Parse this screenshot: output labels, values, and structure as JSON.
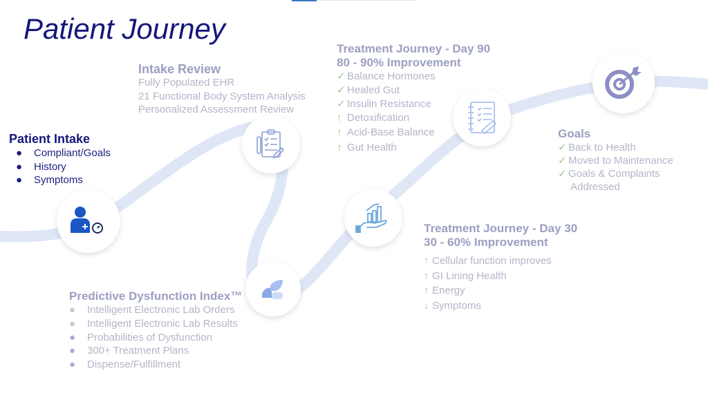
{
  "title": "Patient Journey",
  "patient_intake": {
    "heading": "Patient Intake",
    "items": [
      "Compliant/Goals",
      "History",
      "Symptoms"
    ]
  },
  "intake_review": {
    "heading": "Intake Review",
    "items": [
      "Fully Populated EHR",
      "21 Functional Body System Analysis",
      "Personalized Assessment Review"
    ]
  },
  "predictive": {
    "heading": "Predictive Dysfunction Index™",
    "items": [
      "Intelligent Electronic Lab Orders",
      "Intelligent Electronic Lab Results",
      "Probabilities of Dysfunction",
      "300+ Treatment Plans",
      "Dispense/Fulfillment"
    ]
  },
  "day30": {
    "heading1": "Treatment Journey - Day 30",
    "heading2": "30 - 60% Improvement",
    "items": [
      {
        "mark": "↑",
        "text": "Cellular function improves"
      },
      {
        "mark": "↑",
        "text": "GI Lining Health"
      },
      {
        "mark": "↑",
        "text": "Energy"
      },
      {
        "mark": "↓",
        "text": "Symptoms"
      }
    ]
  },
  "day90": {
    "heading1": "Treatment Journey - Day 90",
    "heading2": "80 - 90% Improvement",
    "items": [
      {
        "mark": "✓",
        "text": "Balance Hormones"
      },
      {
        "mark": "✓",
        "text": "Healed Gut"
      },
      {
        "mark": "✓",
        "text": "Insulin Resistance"
      },
      {
        "mark": "↑",
        "text": "Detoxification"
      },
      {
        "mark": "↑",
        "text": "Acid-Base Balance"
      },
      {
        "mark": "↑",
        "text": "Gut Health"
      }
    ]
  },
  "goals": {
    "heading": "Goals",
    "items": [
      {
        "mark": "✓",
        "text": "Back to Health"
      },
      {
        "mark": "✓",
        "text": "Moved to Maintenance"
      },
      {
        "mark": "✓",
        "text": "Goals & Complaints"
      }
    ],
    "continuation": "Addressed"
  },
  "colors": {
    "title": "#14167a",
    "ribbon": "#dfe7f7",
    "accent": "#1a56c4",
    "check": "#9fc79a"
  }
}
